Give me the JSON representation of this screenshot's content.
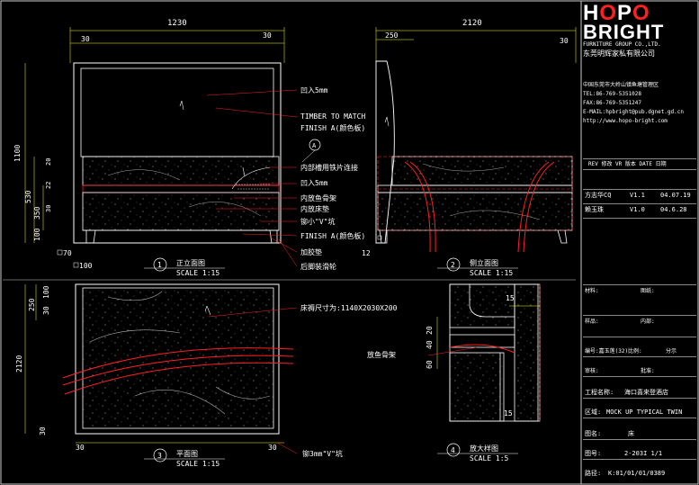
{
  "title_block": {
    "brand_top": "HOPO",
    "brand_bottom": "BRIGHT",
    "company_en": "FURNITURE GROUP CO.,LTD.",
    "company_cn": "东莞明辉家私有限公司",
    "address_lines": [
      "中国东莞市大岭山镇鱼塘管理区"
    ],
    "tel": "TEL:86-769-5351028",
    "fax": "FAX:86-769-5351247",
    "email": "E-MAIL:hpbright@pub.dgnet.gd.cn",
    "web": "http://www.hopo-bright.com",
    "rev_header": "REV 修改  VR 版本  DATE 日期",
    "revisions": [
      {
        "by": "方志华CQ",
        "ver": "V1.1",
        "date": "04.07.19"
      },
      {
        "by": "赖玉珠",
        "ver": "V1.0",
        "date": "04.6.28"
      }
    ],
    "fields": [
      {
        "label": "材料:",
        "value": "图纸:"
      },
      {
        "label": "样品:",
        "value": "内部:"
      },
      {
        "label": "编号:嘉玉莲(32)比例:",
        "value": "分示"
      },
      {
        "label": "审核:",
        "value": "批准:"
      },
      {
        "label": "工程名称:",
        "value": "海口喜来登酒店"
      },
      {
        "label": "区域:",
        "value": "MOCK UP TYPICAL TWIN"
      },
      {
        "label": "图名:",
        "value": "床"
      },
      {
        "label": "图号:",
        "value": "2-203I  1/1"
      },
      {
        "label": "路径:",
        "value": "K:01/01/01/0389"
      }
    ]
  },
  "views": [
    {
      "num": "1",
      "title": "正立面图",
      "scale": "SCALE 1:15"
    },
    {
      "num": "2",
      "title": "侧立面图",
      "scale": "SCALE 1:15"
    },
    {
      "num": "3",
      "title": "平面图",
      "scale": "SCALE 1:15"
    },
    {
      "num": "4",
      "title": "放大样图",
      "scale": "SCALE 1:5"
    }
  ],
  "dimensions": {
    "front_width": "1230",
    "front_left": "30",
    "front_right": "30",
    "front_height": "1100",
    "front_530": "530",
    "front_350": "350",
    "front_100": "100",
    "front_70": "70",
    "front_100b": "100",
    "front_20": "20",
    "front_22": "22",
    "front_30v": "30",
    "side_width": "2120",
    "side_250": "250",
    "side_30": "30",
    "side_12": "12",
    "plan_250": "250",
    "plan_100": "100",
    "plan_30": "30",
    "plan_2120": "2120",
    "plan_30b": "30",
    "plan_30c": "30",
    "plan_30d": "30",
    "detail_15a": "15",
    "detail_15b": "15",
    "detail_20": "20",
    "detail_40": "40",
    "detail_60": "60"
  },
  "annotations": {
    "recess": "凹入5mm",
    "timber": "TIMBER TO MATCH",
    "finish_a": "FINISH A(颜色板)",
    "callout_a": "A",
    "inner_plate": "内部槽用铁片连接",
    "recess2": "凹入5mm",
    "inner_frame": "内放鱼骨架",
    "inner_bedding": "内放床垫",
    "v_groove": "铆小\"V\"坑",
    "finish_a2": "FINISH A(颜色板)",
    "glue": "加胶垫",
    "anti_slip": "后脚装滑轮",
    "mattress_size": "床褥尺寸为:1140X2030X200",
    "fishbone": "放鱼骨架",
    "plan_v_groove": "铆3mm\"V\"坑"
  }
}
